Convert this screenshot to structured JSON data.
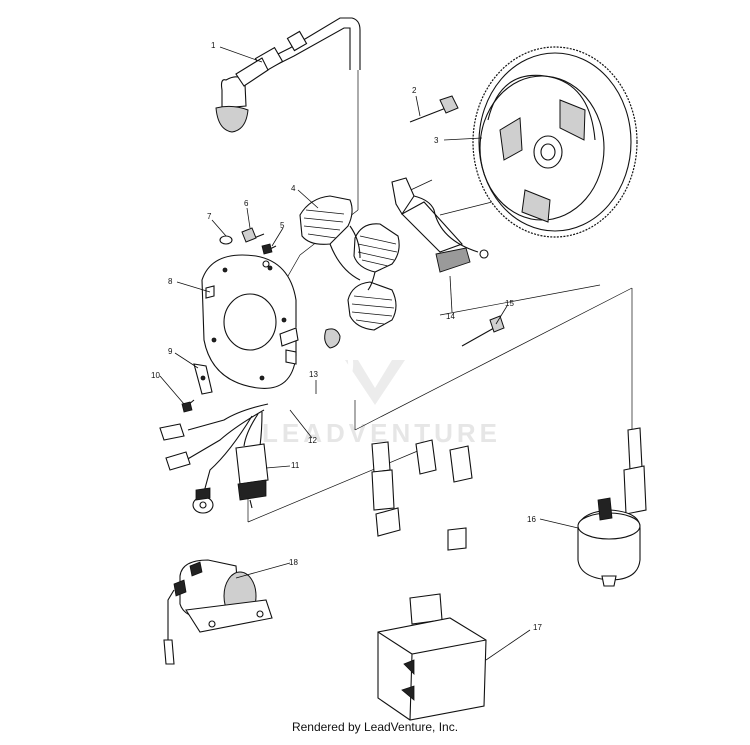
{
  "callouts": [
    "1",
    "2",
    "3",
    "4",
    "5",
    "6",
    "7",
    "8",
    "9",
    "10",
    "11",
    "12",
    "13",
    "14",
    "15",
    "16",
    "17",
    "18"
  ],
  "watermark": {
    "text": "LEADVENTURE",
    "color": "#e6e6e6"
  },
  "footer": "Rendered by LeadVenture, Inc.",
  "colors": {
    "ink": "#111111",
    "background": "#ffffff"
  }
}
